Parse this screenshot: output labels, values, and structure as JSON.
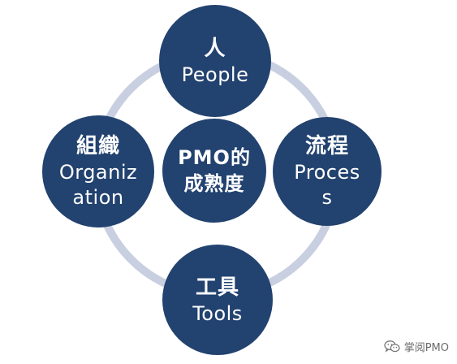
{
  "diagram": {
    "center": {
      "line1": "PMO的",
      "line2": "成熟度"
    },
    "nodes": {
      "people": {
        "zh": "人",
        "en": "People"
      },
      "process": {
        "zh": "流程",
        "en_line1": "Proces",
        "en_line2": "s"
      },
      "tools": {
        "zh": "工具",
        "en": "Tools"
      },
      "org": {
        "zh": "組織",
        "en_line1": "Organiz",
        "en_line2": "ation"
      }
    }
  },
  "watermark": {
    "text": "掌阅PMO",
    "icon": "wechat-icon"
  },
  "colors": {
    "node_fill": "#22426f",
    "ring": "#c8cfe0",
    "node_text": "#ffffff",
    "watermark_text": "#6a6a6a"
  }
}
